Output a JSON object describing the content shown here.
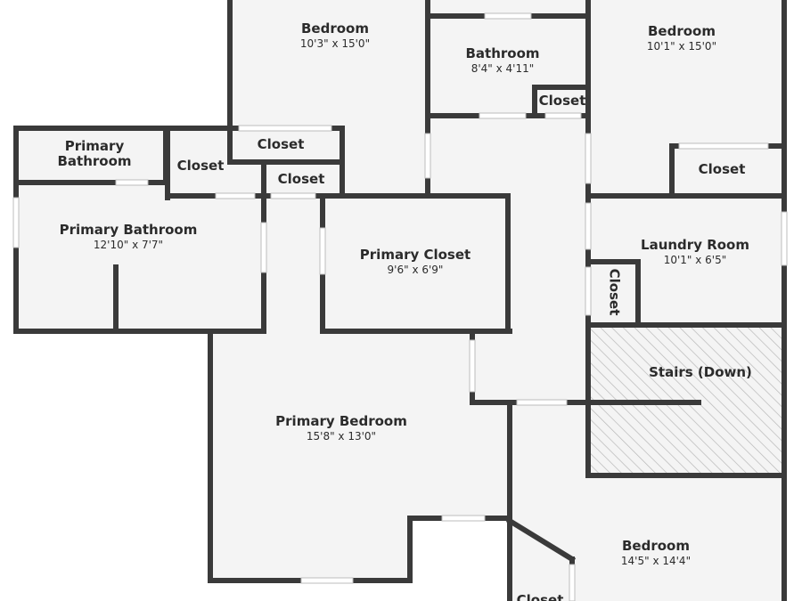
{
  "colors": {
    "wall": "#3a3a3a",
    "floor": "#f4f4f4",
    "window": "#ffffff",
    "hatch": "#b8b8b8"
  },
  "rooms": {
    "bedroom_top_left": {
      "name": "Bedroom",
      "dims": "10'3\" x 15'0\""
    },
    "bathroom": {
      "name": "Bathroom",
      "dims": "8'4\" x 4'11\""
    },
    "bedroom_top_right": {
      "name": "Bedroom",
      "dims": "10'1\" x 15'0\""
    },
    "primary_bath_small": {
      "name": "Primary\nBathroom"
    },
    "closet_a": {
      "name": "Closet"
    },
    "closet_b": {
      "name": "Closet"
    },
    "closet_c": {
      "name": "Closet"
    },
    "closet_bath": {
      "name": "Closet"
    },
    "closet_right": {
      "name": "Closet"
    },
    "primary_bathroom": {
      "name": "Primary Bathroom",
      "dims": "12'10\" x 7'7\""
    },
    "primary_closet": {
      "name": "Primary Closet",
      "dims": "9'6\" x 6'9\""
    },
    "laundry": {
      "name": "Laundry Room",
      "dims": "10'1\" x 6'5\""
    },
    "closet_vertical": {
      "name": "Closet"
    },
    "stairs": {
      "name": "Stairs (Down)"
    },
    "primary_bedroom": {
      "name": "Primary Bedroom",
      "dims": "15'8\" x 13'0\""
    },
    "bedroom_bottom": {
      "name": "Bedroom",
      "dims": "14'5\" x 14'4\""
    },
    "closet_bottom": {
      "name": "Closet"
    }
  }
}
